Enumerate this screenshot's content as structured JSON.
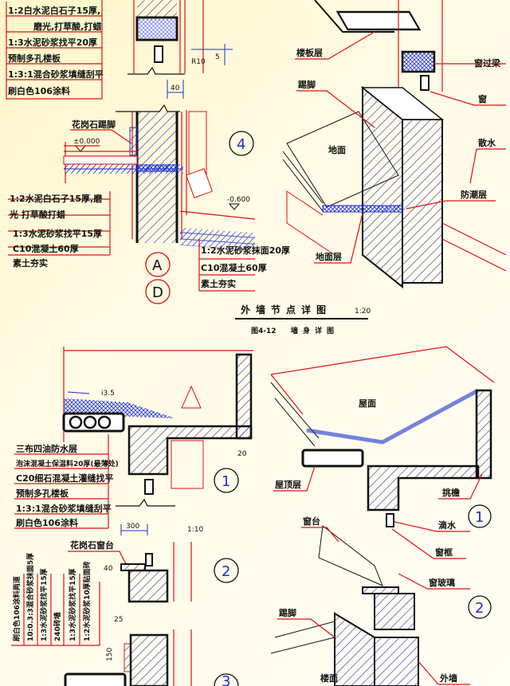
{
  "top_left": {
    "labels_upper": [
      "1:2白水泥白石子15厚,",
      "磨光,打草酸,打蜡",
      "1:3水泥砂浆找平20厚",
      "预制多孔楼板",
      "1:3:1混合砂浆填缝刮平",
      "刷白色106涂料"
    ],
    "dim_r10": "R10",
    "dim_5": "5",
    "dim_40": "40",
    "skirting": "花岗石踢脚",
    "elev_0": "±0.000",
    "labels_floor": [
      "1:2水泥白石子15厚,磨",
      "光 打草酸打蜡",
      "1:3水泥砂浆找平15厚",
      "C10混凝土60厚",
      "素土夯实"
    ],
    "elev_neg": "-0.600",
    "labels_apron": [
      "1:2水泥砂浆抹面20厚",
      "C10混凝土60厚",
      "素土夯实"
    ],
    "axis_a": "A",
    "axis_d": "D",
    "detail_4": "4"
  },
  "top_right": {
    "labels": [
      "楼板层",
      "窗过梁",
      "窗",
      "踢脚",
      "地面",
      "散水",
      "防潮层",
      "地面层"
    ]
  },
  "caption": {
    "title": "外墙节点详图",
    "scale": "1:20",
    "figure": "图4-12",
    "subtitle": "墙身详图"
  },
  "bottom_left": {
    "slope": "i3.5",
    "labels_roof": [
      "三布四油防水层",
      "泡沫混凝土保温料20厚(最薄处)",
      "C20细石混凝土灌缝找平",
      "预制多孔楼板",
      "1:3:1混合砂浆填缝刮平",
      "刷白色106涂料"
    ],
    "dim_20": "20",
    "detail_1": "1",
    "dim_300": "300",
    "slope_110": "1:10",
    "sill": "花岗石窗台",
    "dim_40": "40",
    "detail_2": "2",
    "labels_wall": [
      "刷白色106涂料两道",
      "10:0.3:3混合砂浆抹面5厚",
      "1:3水泥砂浆找平15厚",
      "240砖墙",
      "1:3水泥砂浆找平15厚",
      "1:2水泥砂浆10厚贴面砖"
    ],
    "dim_25": "25",
    "dim_150": "150",
    "detail_3": "3"
  },
  "bottom_right": {
    "labels": [
      "屋面",
      "屋顶层",
      "挑檐",
      "滴水",
      "窗台",
      "窗框",
      "窗玻璃",
      "踢脚",
      "楼面",
      "外墙"
    ],
    "detail_1": "1",
    "detail_2": "2"
  }
}
